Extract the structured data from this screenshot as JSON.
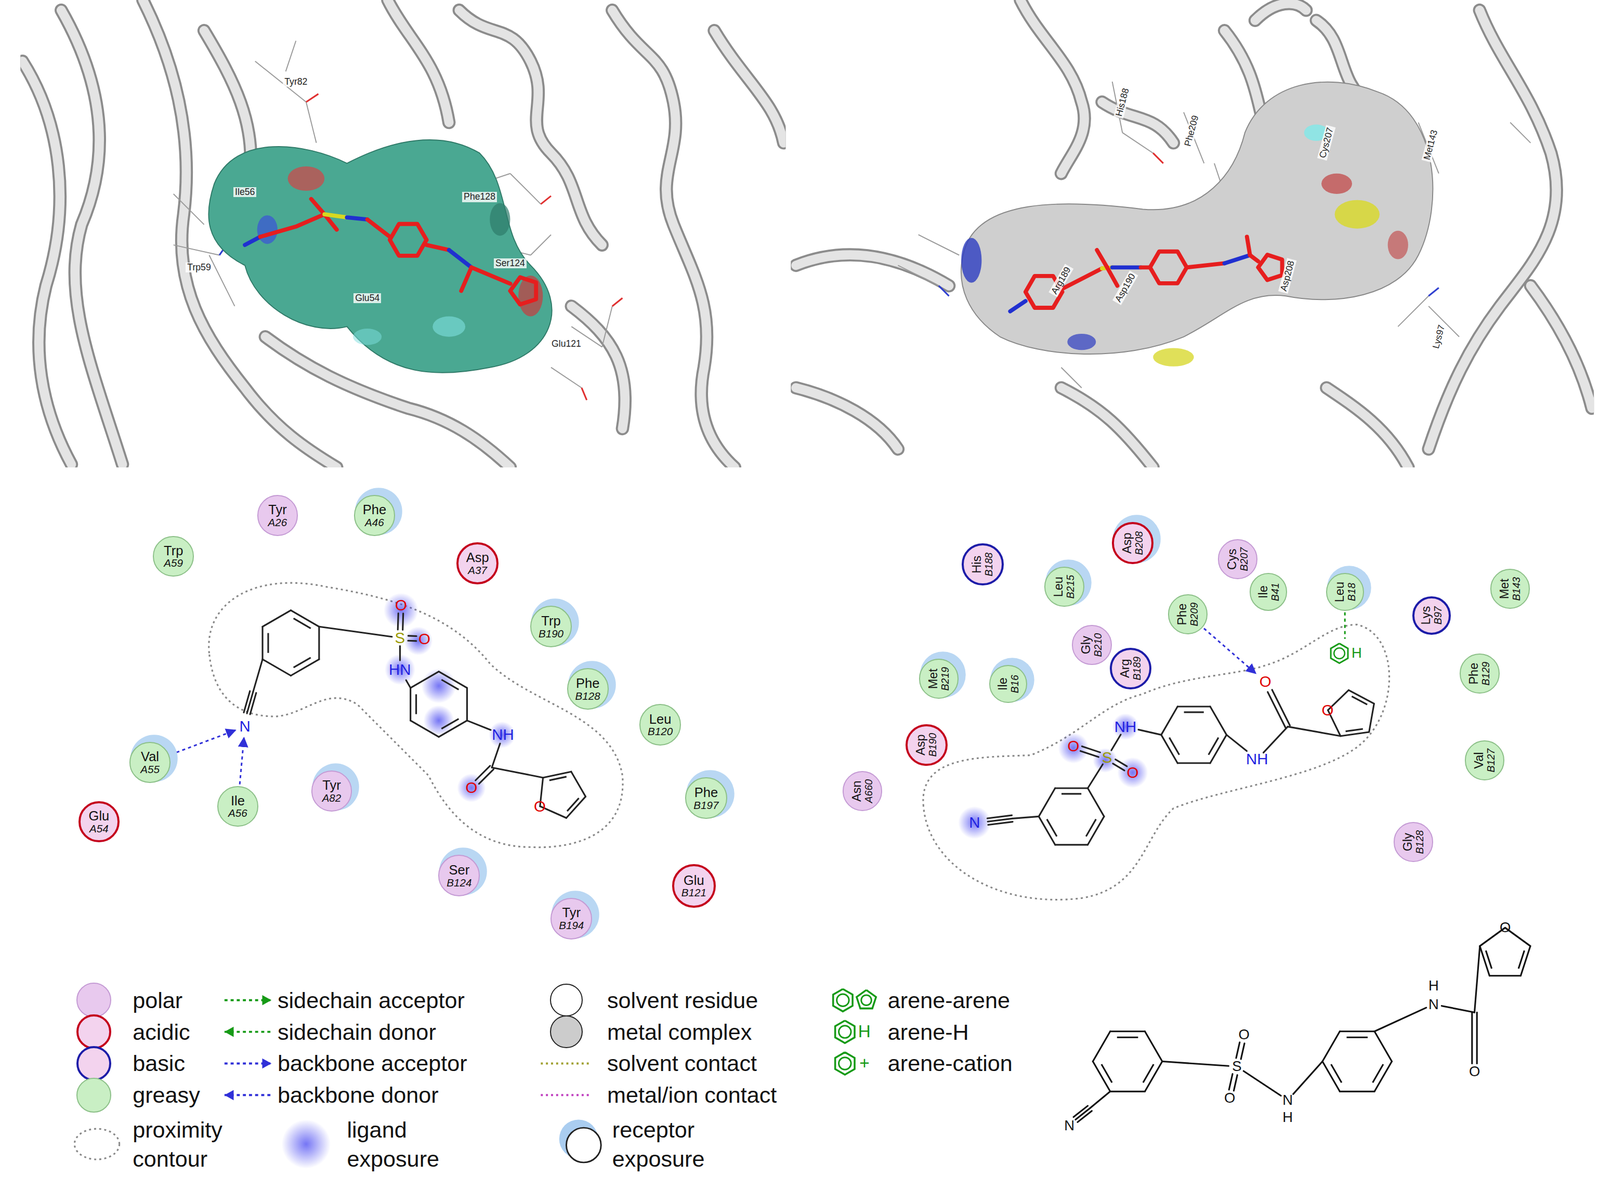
{
  "diagram": {
    "nodes": [
      {
        "text": [
          "Tyr",
          "A26"
        ]
      },
      {
        "text": [
          "Phe",
          "A46"
        ]
      },
      {
        "text": [
          "Trp",
          "A59"
        ]
      },
      {
        "text": [
          "Asp",
          "A37"
        ]
      },
      {
        "text": [
          "Trp",
          "B190"
        ]
      },
      {
        "text": [
          "Phe",
          "B128"
        ]
      },
      {
        "text": [
          "Leu",
          "B120"
        ]
      },
      {
        "text": [
          "Val",
          "A55"
        ]
      },
      {
        "text": [
          "Ile",
          "A56"
        ]
      },
      {
        "text": [
          "Tyr",
          "A82"
        ]
      },
      {
        "text": [
          "Glu",
          "A54"
        ]
      },
      {
        "text": [
          "Phe",
          "B197"
        ]
      },
      {
        "text": [
          "Ser",
          "B124"
        ]
      },
      {
        "text": [
          "Glu",
          "B121"
        ]
      },
      {
        "text": [
          "Tyr",
          "B194"
        ]
      },
      {
        "text": [
          "N"
        ]
      },
      {
        "text": [
          "His",
          "B188"
        ]
      },
      {
        "text": [
          "Leu",
          "B215"
        ]
      },
      {
        "text": [
          "Asp",
          "B208"
        ]
      },
      {
        "text": [
          "Cys",
          "B207"
        ]
      },
      {
        "text": [
          "Ile",
          "B41"
        ]
      },
      {
        "text": [
          "Leu",
          "B18"
        ]
      },
      {
        "text": [
          "Lys",
          "B97"
        ]
      },
      {
        "text": [
          "Met",
          "B143"
        ]
      },
      {
        "text": [
          "Gly",
          "B210"
        ]
      },
      {
        "text": [
          "Arg",
          "B189"
        ]
      },
      {
        "text": [
          "Phe",
          "B209"
        ]
      },
      {
        "text": [
          "Met",
          "B219"
        ]
      },
      {
        "text": [
          "Ile",
          "B16"
        ]
      },
      {
        "text": [
          "Phe",
          "B129"
        ]
      },
      {
        "text": [
          "Asp",
          "B190"
        ]
      },
      {
        "text": [
          "Val",
          "B127"
        ]
      },
      {
        "text": [
          "Asn",
          "A660"
        ]
      },
      {
        "text": [
          "Gly",
          "B128"
        ]
      },
      {
        "text": [
          "O"
        ]
      },
      {
        "text": [
          "H"
        ]
      }
    ],
    "edges": [
      {
        "from": 7,
        "to": 15,
        "arrow": "to"
      },
      {
        "from": 8,
        "to": 15,
        "arrow": "to"
      },
      {
        "from": 26,
        "to": 34,
        "arrow": "to"
      },
      {
        "from": 21,
        "to": 35,
        "arrow": "none"
      }
    ],
    "labels": [
      "Tyr82",
      "Ile56",
      "Trp59",
      "Glu54",
      "Phe128",
      "Ser124",
      "Glu121",
      "His188",
      "Phe209",
      "Cys207",
      "Met143",
      "Arg189",
      "Asp190",
      "Asp208",
      "Lys97",
      "O",
      "S",
      "O",
      "HN",
      "NH",
      "O",
      "O",
      "N",
      "O",
      "S",
      "O",
      "NH",
      "NH",
      "O",
      "O",
      "H",
      "N",
      "O",
      "S",
      "O",
      "O",
      "N",
      "H",
      "N",
      "H",
      "+"
    ],
    "legend": [
      {
        "text": "polar",
        "color": "#e8c9ee"
      },
      {
        "text": "acidic",
        "color": "#f3d3ee"
      },
      {
        "text": "basic",
        "color": "#f3d3ee"
      },
      {
        "text": "greasy",
        "color": "#c9efc4"
      },
      {
        "text": "proximity contour"
      },
      {
        "text": "sidechain acceptor"
      },
      {
        "text": "sidechain donor"
      },
      {
        "text": "backbone acceptor"
      },
      {
        "text": "backbone donor"
      },
      {
        "text": "ligand exposure"
      },
      {
        "text": "solvent residue",
        "color": "#ffffff"
      },
      {
        "text": "metal complex",
        "color": "#cccccc"
      },
      {
        "text": "solvent contact"
      },
      {
        "text": "metal/ion contact"
      },
      {
        "text": "receptor exposure"
      },
      {
        "text": "arene-arene"
      },
      {
        "text": "arene-H"
      },
      {
        "text": "arene-cation"
      }
    ]
  }
}
